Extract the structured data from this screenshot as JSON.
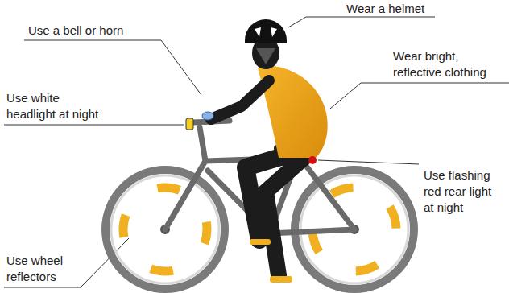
{
  "diagram": {
    "labels": [
      "Wear a helmet",
      "Use a bell or horn",
      "Wear bright, reflective clothing",
      "Use white headlight at night",
      "Use flashing red rear light at night",
      "Use wheel reflectors"
    ]
  }
}
